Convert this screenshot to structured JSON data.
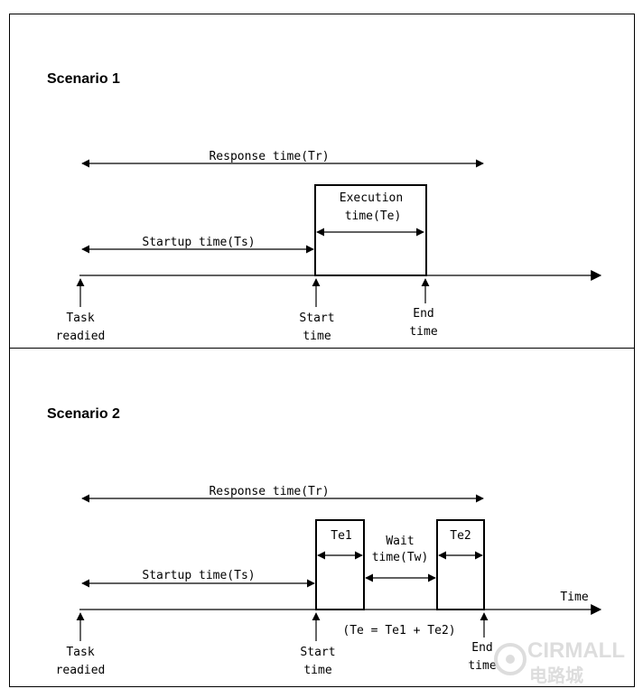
{
  "scenario1": {
    "title": "Scenario 1",
    "response_time": "Response time(Tr)",
    "startup_time": "Startup time(Ts)",
    "execution_line1": "Execution",
    "execution_line2": "time(Te)",
    "task_line1": "Task",
    "task_line2": "readied",
    "start_line1": "Start",
    "start_line2": "time",
    "end_line1": "End",
    "end_line2": "time"
  },
  "scenario2": {
    "title": "Scenario 2",
    "response_time": "Response time(Tr)",
    "startup_time": "Startup time(Ts)",
    "te1": "Te1",
    "wait_line1": "Wait",
    "wait_line2": "time(Tw)",
    "te2": "Te2",
    "axis_label": "Time",
    "formula": "(Te = Te1 + Te2)",
    "task_line1": "Task",
    "task_line2": "readied",
    "start_line1": "Start",
    "start_line2": "time",
    "end_line1": "End",
    "end_line2": "time"
  },
  "watermark": {
    "brand": "CIRMALL",
    "chinese": "电路城"
  }
}
